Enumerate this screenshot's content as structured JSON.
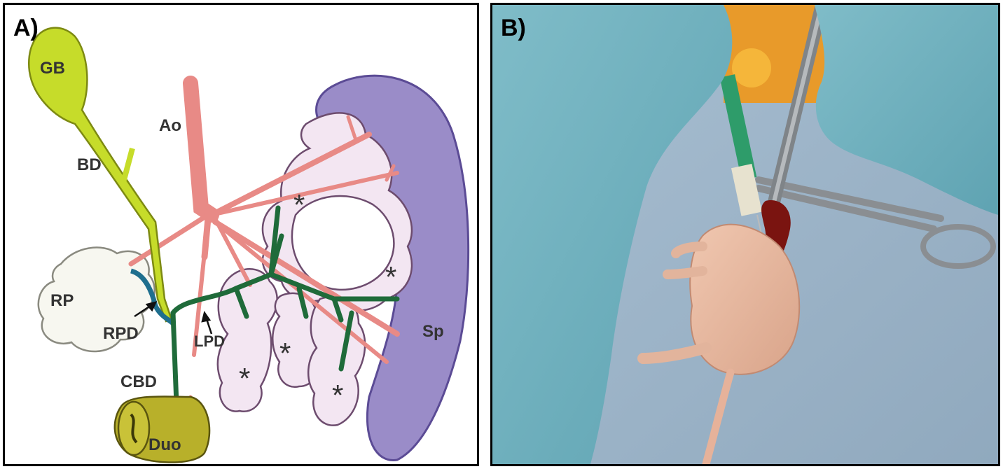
{
  "panelA": {
    "label": "A)",
    "organs": {
      "gb": "GB",
      "bd": "BD",
      "ao": "Ao",
      "rp": "RP",
      "rpd": "RPD",
      "lpd": "LPD",
      "cbd": "CBD",
      "duo": "Duo",
      "sp": "Sp",
      "asterisk": "*"
    },
    "colors": {
      "gallbladder": "#c6dc2a",
      "aorta": "#e88a86",
      "spleen": "#9a8cc8",
      "pancreas_lobe": "#f3e6f2",
      "right_pancreas": "#f7f7f0",
      "pancreatic_duct": "#1f6b3a",
      "right_duct": "#1f6f8e",
      "duodenum": "#b8b02a"
    }
  },
  "panelB": {
    "label": "B)"
  }
}
